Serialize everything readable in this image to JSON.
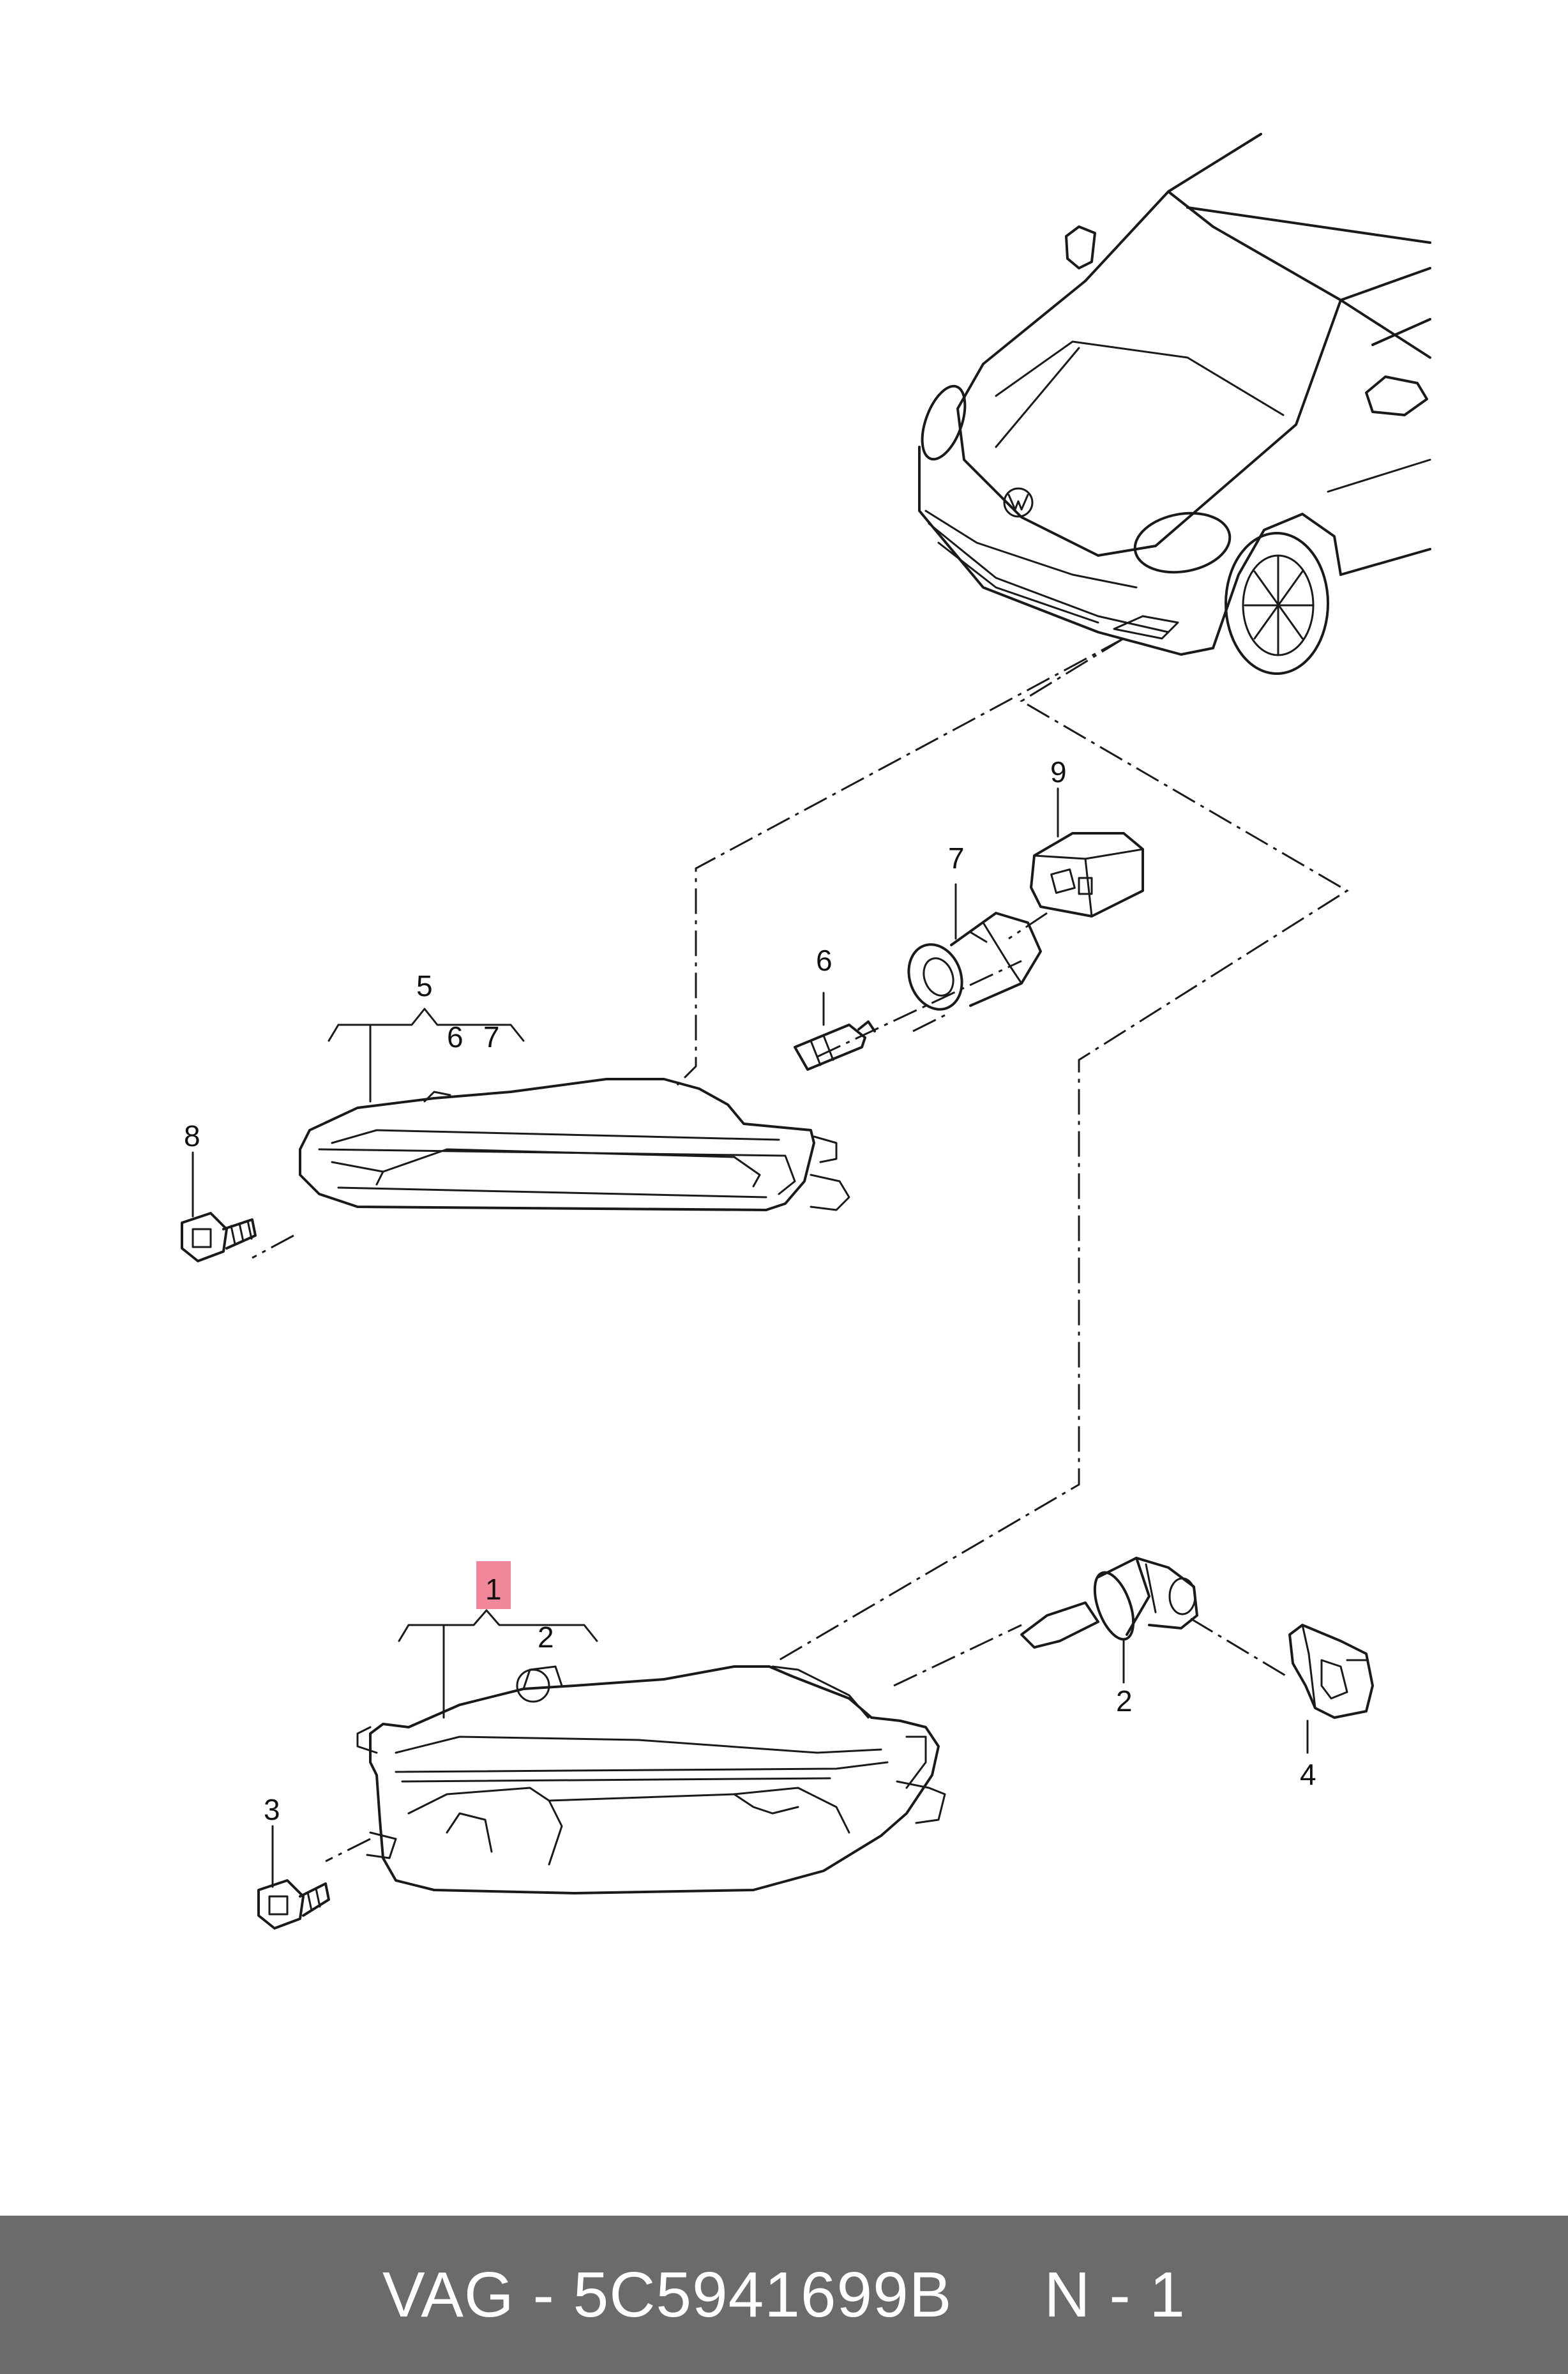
{
  "callouts": {
    "c1": "1",
    "c2_upper": "2",
    "c2_lower": "2",
    "c3": "3",
    "c4": "4",
    "c5": "5",
    "c6_label": "6",
    "c6_bracket": "6",
    "c7_label": "7",
    "c7_bracket": "7",
    "c8": "8",
    "c9": "9"
  },
  "highlight_color": "#f0889a",
  "footer": {
    "text": "VAG - 5C5941699B     N - 1",
    "background": "#6b6b6b"
  }
}
